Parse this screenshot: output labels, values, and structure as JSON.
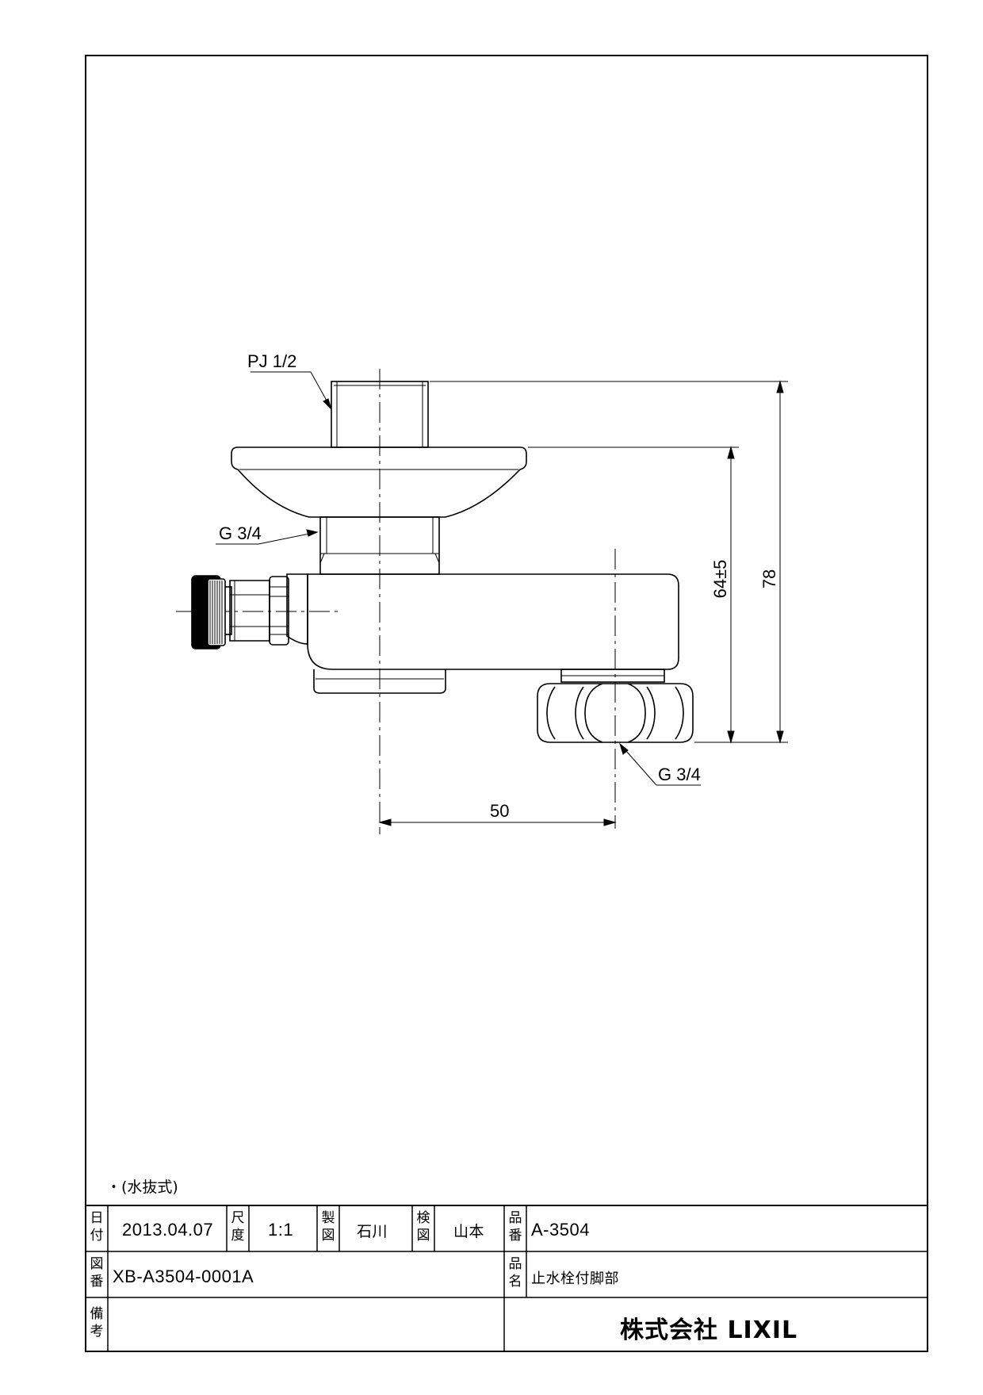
{
  "drawing": {
    "callouts": {
      "top_thread": "PJ 1/2",
      "mid_thread": "G 3/4",
      "bottom_thread": "G 3/4"
    },
    "dimensions": {
      "total_height": "78",
      "body_height": "64±5",
      "offset": "50"
    },
    "note": "・(水抜式)"
  },
  "title_block": {
    "date_label": [
      "日",
      "付"
    ],
    "date": "2013.04.07",
    "scale_label": [
      "尺",
      "度"
    ],
    "scale": "1:1",
    "drawn_label": [
      "製",
      "図"
    ],
    "drawn_by": "石川",
    "checked_label": [
      "検",
      "図"
    ],
    "checked_by": "山本",
    "part_no_label": [
      "品",
      "番"
    ],
    "part_no": "A-3504",
    "drawing_no_label": [
      "図",
      "番"
    ],
    "drawing_no": "XB-A3504-0001A",
    "part_name_label": [
      "品",
      "名"
    ],
    "part_name": "止水栓付脚部",
    "remarks_label": [
      "備",
      "考"
    ],
    "company": "株式会社 LIXIL"
  }
}
